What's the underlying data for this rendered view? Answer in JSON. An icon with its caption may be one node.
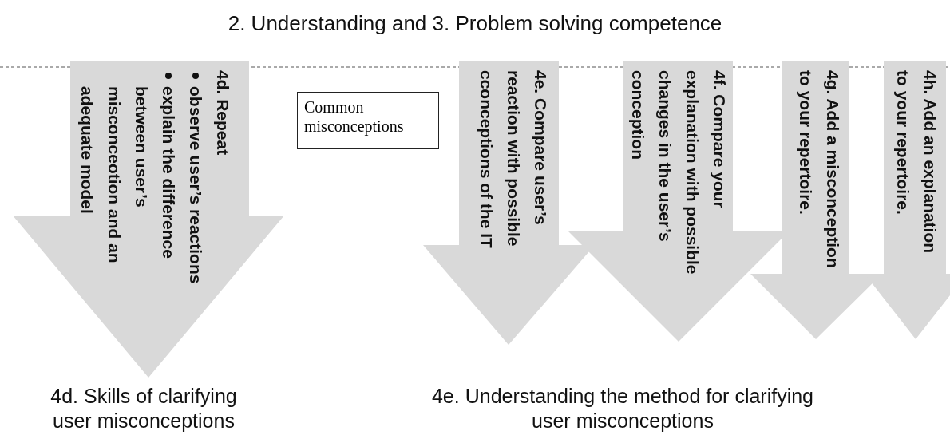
{
  "diagram": {
    "title": "2. Understanding and 3. Problem solving competence",
    "nodes": [
      {
        "text": [
          "4d. Repeat",
          "observe user’s reactions",
          "explain the difference between user’s misconceotion and an adequate model"
        ]
      },
      {
        "text": [
          "Common misconceptions"
        ]
      },
      {
        "text": [
          "4e. Compare user’s reaction with possible cconceptions of the IT"
        ]
      },
      {
        "text": [
          "4f. Compare your explanation with possible changes in the user’s conception"
        ]
      },
      {
        "text": [
          "4g. Add a misconception to your repertoire."
        ]
      },
      {
        "text": [
          "4h. Add an explanation to your repertoire."
        ]
      }
    ],
    "labels": [
      "4d. Skills of clarifying user misconceptions",
      "4e. Understanding the method for clarifying user misconceptions"
    ]
  }
}
